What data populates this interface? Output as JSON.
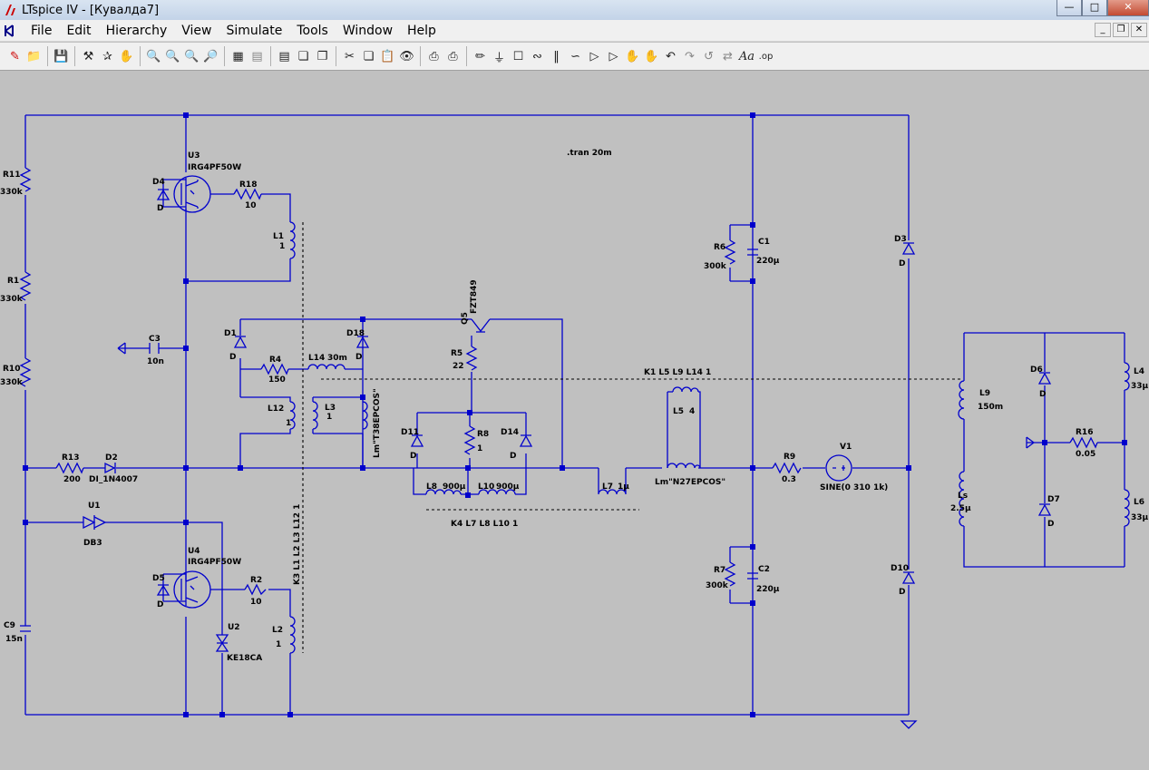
{
  "window": {
    "title": "LTspice IV - [Кувалда7]"
  },
  "menu": [
    "File",
    "Edit",
    "Hierarchy",
    "View",
    "Simulate",
    "Tools",
    "Window",
    "Help"
  ],
  "colors": {
    "wire": "#0000cc",
    "background": "#c0c0c0",
    "node": "#0000cc",
    "label": "#000000"
  },
  "directive": ".tran 20m",
  "coupling": {
    "k1": "K1 L5  L9 L14 1",
    "k3": "K3 L1 L2 L3 L12  1",
    "k4": "K4 L7 L8 L10 1"
  },
  "components": {
    "R11": {
      "name": "R11",
      "value": "330k"
    },
    "R1": {
      "name": "R1",
      "value": "330k"
    },
    "R10": {
      "name": "R10",
      "value": "330k"
    },
    "U3": {
      "name": "U3",
      "value": "IRG4PF50W"
    },
    "D4": {
      "name": "D4",
      "value": "D"
    },
    "R18": {
      "name": "R18",
      "value": "10"
    },
    "L1": {
      "name": "L1",
      "value": "1"
    },
    "C3": {
      "name": "C3",
      "value": "10n"
    },
    "D1": {
      "name": "D1",
      "value": "D"
    },
    "R4": {
      "name": "R4",
      "value": "150"
    },
    "L14": {
      "name": "L14",
      "value": "30m"
    },
    "D18": {
      "name": "D18",
      "value": "D"
    },
    "L12": {
      "name": "L12",
      "value": "1"
    },
    "L3": {
      "name": "L3",
      "value": "1"
    },
    "Lm1": {
      "name": "Lm\"T38EPCOS\""
    },
    "R13": {
      "name": "R13",
      "value": "200"
    },
    "D2": {
      "name": "D2",
      "value": "DI_1N4007"
    },
    "Q5": {
      "name": "Q5",
      "value": "FZT849"
    },
    "R5": {
      "name": "R5",
      "value": "22"
    },
    "D11": {
      "name": "D11",
      "value": "D"
    },
    "R8": {
      "name": "R8",
      "value": "1"
    },
    "D14": {
      "name": "D14",
      "value": "D"
    },
    "L8": {
      "name": "L8",
      "value": "900µ"
    },
    "L10": {
      "name": "L10",
      "value": "900µ"
    },
    "L7": {
      "name": "L7",
      "value": "1µ"
    },
    "L5": {
      "name": "L5",
      "value": "4"
    },
    "Lm2": {
      "name": "Lm\"N27EPCOS\""
    },
    "R6": {
      "name": "R6",
      "value": "300k"
    },
    "C1": {
      "name": "C1",
      "value": "220µ"
    },
    "R7": {
      "name": "R7",
      "value": "300k"
    },
    "C2": {
      "name": "C2",
      "value": "220µ"
    },
    "R9": {
      "name": "R9",
      "value": "0.3"
    },
    "V1": {
      "name": "V1",
      "value": "SINE(0 310 1k)"
    },
    "D3": {
      "name": "D3",
      "value": "D"
    },
    "D10": {
      "name": "D10",
      "value": "D"
    },
    "U1": {
      "name": "U1",
      "value": "DB3"
    },
    "U4": {
      "name": "U4",
      "value": "IRG4PF50W"
    },
    "D5": {
      "name": "D5",
      "value": "D"
    },
    "R2": {
      "name": "R2",
      "value": "10"
    },
    "U2": {
      "name": "U2",
      "value": "KE18CA"
    },
    "L2": {
      "name": "L2",
      "value": "1"
    },
    "C9": {
      "name": "C9",
      "value": "15n"
    },
    "L9": {
      "name": "L9",
      "value": "150m"
    },
    "Ls": {
      "name": "Ls",
      "value": "2.5µ"
    },
    "D6": {
      "name": "D6",
      "value": "D"
    },
    "D7": {
      "name": "D7",
      "value": "D"
    },
    "R16": {
      "name": "R16",
      "value": "0.05"
    },
    "L4": {
      "name": "L4",
      "value": "33µ"
    },
    "L6": {
      "name": "L6",
      "value": "33µ"
    }
  }
}
